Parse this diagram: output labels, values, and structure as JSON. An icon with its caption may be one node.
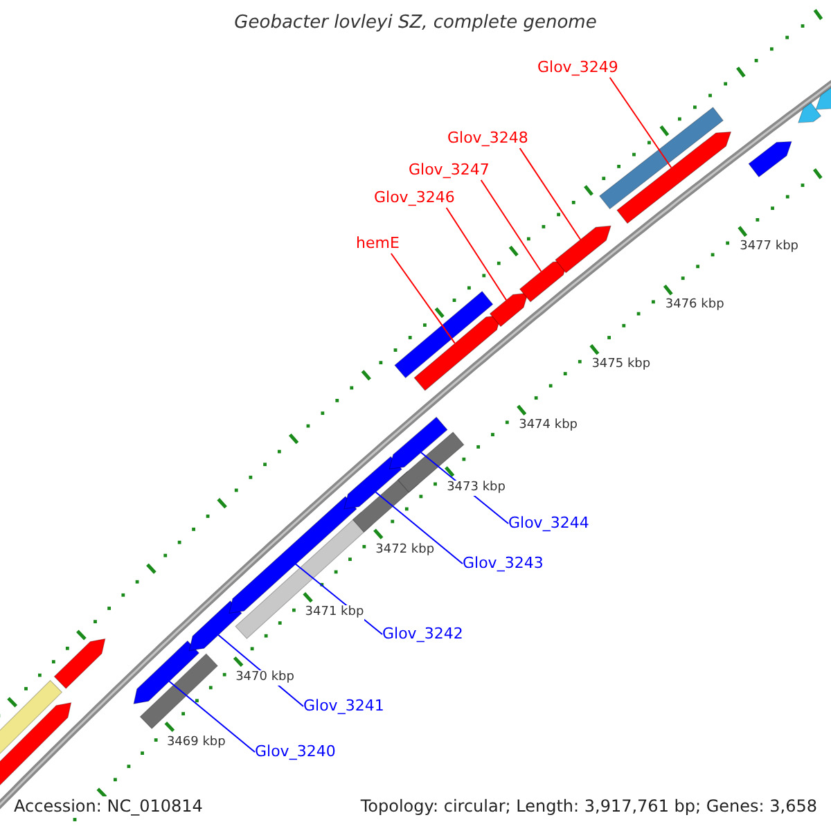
{
  "diagram": {
    "title": "Geobacter lovleyi SZ, complete genome",
    "nodes": [
      {
        "text": [
          "Glov_3249"
        ]
      },
      {
        "text": [
          "Glov_3248"
        ]
      },
      {
        "text": [
          "Glov_3247"
        ]
      },
      {
        "text": [
          "Glov_3246"
        ]
      },
      {
        "text": [
          "hemE"
        ]
      },
      {
        "text": [
          "Glov_3244"
        ]
      },
      {
        "text": [
          "Glov_3243"
        ]
      },
      {
        "text": [
          "Glov_3242"
        ]
      },
      {
        "text": [
          "Glov_3241"
        ]
      },
      {
        "text": [
          "Glov_3240"
        ]
      },
      {
        "text": [],
        "shape": "arrow"
      },
      {
        "text": [],
        "shape": "arrow"
      },
      {
        "text": [],
        "shape": "arrow"
      },
      {
        "text": [],
        "shape": "arrow"
      },
      {
        "text": [],
        "shape": "arrow"
      },
      {
        "text": [],
        "shape": "arrow"
      },
      {
        "text": [],
        "shape": "arrow"
      },
      {
        "text": [],
        "shape": "arrow"
      },
      {
        "text": [],
        "shape": "arrow"
      },
      {
        "text": [],
        "shape": "arrow"
      }
    ],
    "edges": [
      {
        "from": 0,
        "to": 19,
        "arrow": "none",
        "color": "#ff0000"
      },
      {
        "from": 1,
        "to": 18,
        "arrow": "none",
        "color": "#ff0000"
      },
      {
        "from": 2,
        "to": 17,
        "arrow": "none",
        "color": "#ff0000"
      },
      {
        "from": 3,
        "to": 16,
        "arrow": "none",
        "color": "#ff0000"
      },
      {
        "from": 4,
        "to": 15,
        "arrow": "none",
        "color": "#ff0000"
      },
      {
        "from": 5,
        "to": 14,
        "arrow": "none",
        "color": "#0000ff"
      },
      {
        "from": 6,
        "to": 13,
        "arrow": "none",
        "color": "#0000ff"
      },
      {
        "from": 7,
        "to": 12,
        "arrow": "none",
        "color": "#0000ff"
      },
      {
        "from": 8,
        "to": 11,
        "arrow": "none",
        "color": "#0000ff"
      },
      {
        "from": 9,
        "to": 10,
        "arrow": "none",
        "color": "#0000ff"
      }
    ],
    "labels": [
      "3469 kbp",
      "3470 kbp",
      "3471 kbp",
      "3472 kbp",
      "3473 kbp",
      "3474 kbp",
      "3475 kbp",
      "3476 kbp",
      "3477 kbp",
      "Accession: NC_010814",
      "Topology: circular; Length: 3,917,761 bp; Genes: 3,658"
    ]
  }
}
